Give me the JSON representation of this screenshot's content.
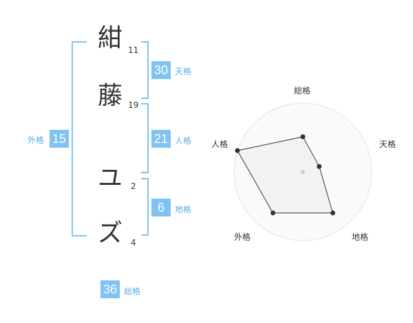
{
  "name": {
    "chars": [
      {
        "char": "紺",
        "strokes": "11"
      },
      {
        "char": "藤",
        "strokes": "19"
      },
      {
        "char": "ユ",
        "strokes": "2"
      },
      {
        "char": "ズ",
        "strokes": "4"
      }
    ]
  },
  "kakusu": {
    "tenkaku": {
      "value": "30",
      "label": "天格"
    },
    "jinkaku": {
      "value": "21",
      "label": "人格"
    },
    "chikaku": {
      "value": "6",
      "label": "地格"
    },
    "gaikaku": {
      "value": "15",
      "label": "外格"
    },
    "soukaku": {
      "value": "36",
      "label": "総格"
    }
  },
  "chart_data": {
    "type": "radar",
    "axes": [
      "総格",
      "天格",
      "地格",
      "外格",
      "人格"
    ],
    "values": [
      0.51,
      0.25,
      0.74,
      0.74,
      1.0
    ],
    "range": [
      0,
      1
    ],
    "rings": 4,
    "color": "#333333",
    "fill": "#f2f2f2"
  },
  "colors": {
    "accent": "#7ec3f3",
    "accent_text": "#5aaee8",
    "text": "#333333"
  }
}
